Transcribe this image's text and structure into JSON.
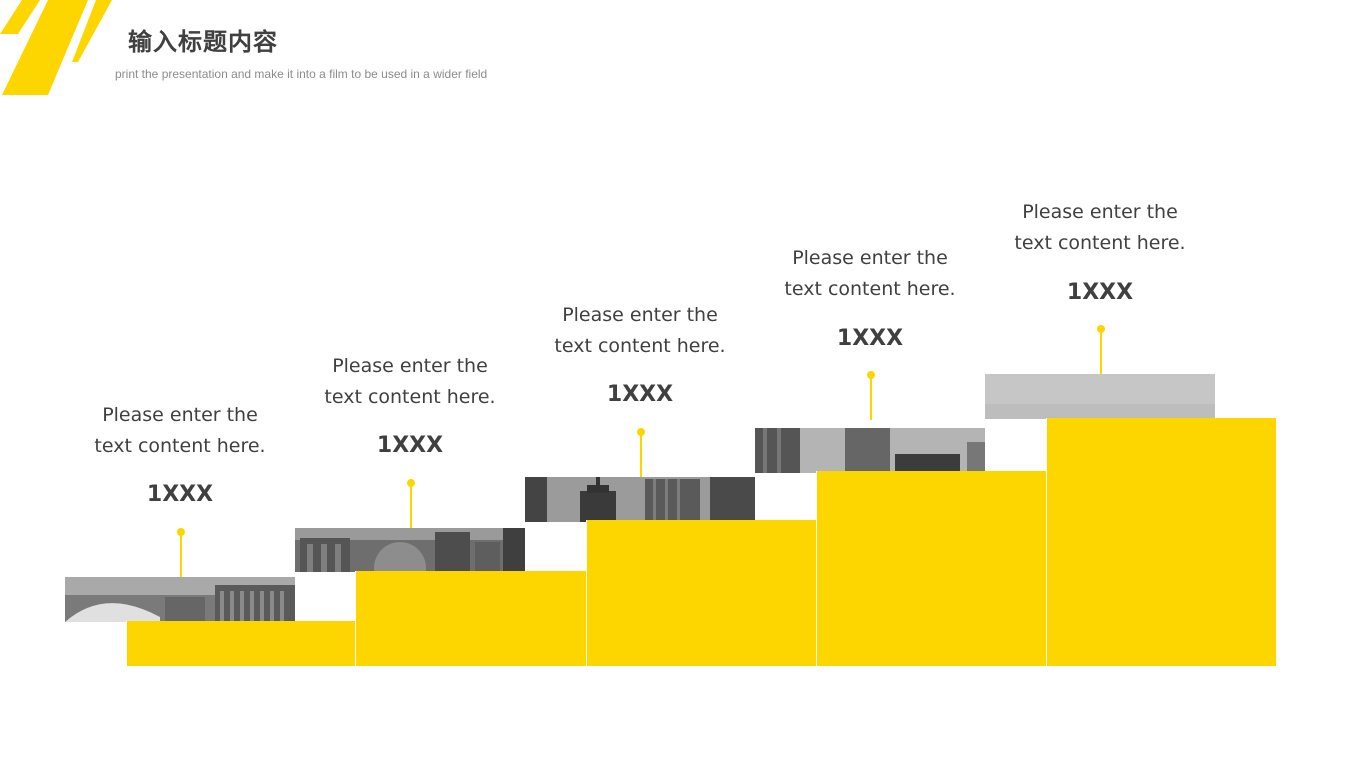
{
  "header": {
    "title": "输入标题内容",
    "subtitle": "print the presentation  and make it into a film to be used in a wider field"
  },
  "colors": {
    "accent": "#fdd600",
    "text": "#404040",
    "muted": "#8c8c8c"
  },
  "steps": [
    {
      "text_line1": "Please enter the",
      "text_line2": "text content here.",
      "value": "1XXX"
    },
    {
      "text_line1": "Please enter the",
      "text_line2": "text content here.",
      "value": "1XXX"
    },
    {
      "text_line1": "Please enter the",
      "text_line2": "text content here.",
      "value": "1XXX"
    },
    {
      "text_line1": "Please enter the",
      "text_line2": "text content here.",
      "value": "1XXX"
    },
    {
      "text_line1": "Please enter the",
      "text_line2": "text content here.",
      "value": "1XXX"
    }
  ]
}
